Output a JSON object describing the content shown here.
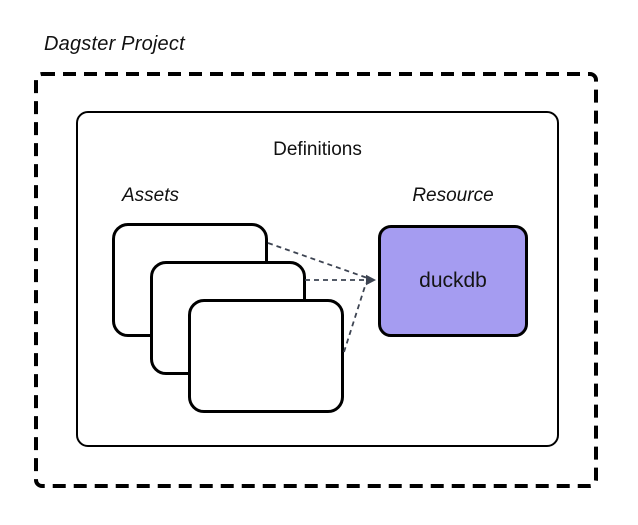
{
  "diagram": {
    "title": "Dagster Project"
  },
  "definitions": {
    "label": "Definitions"
  },
  "assets": {
    "label": "Assets",
    "count": 3
  },
  "resource": {
    "label": "Resource",
    "name": "duckdb"
  },
  "colors": {
    "background": "#ffffff",
    "border": "#000000",
    "resource-fill": "#a59cf1",
    "connector": "#3d4452",
    "text": "#111111"
  }
}
